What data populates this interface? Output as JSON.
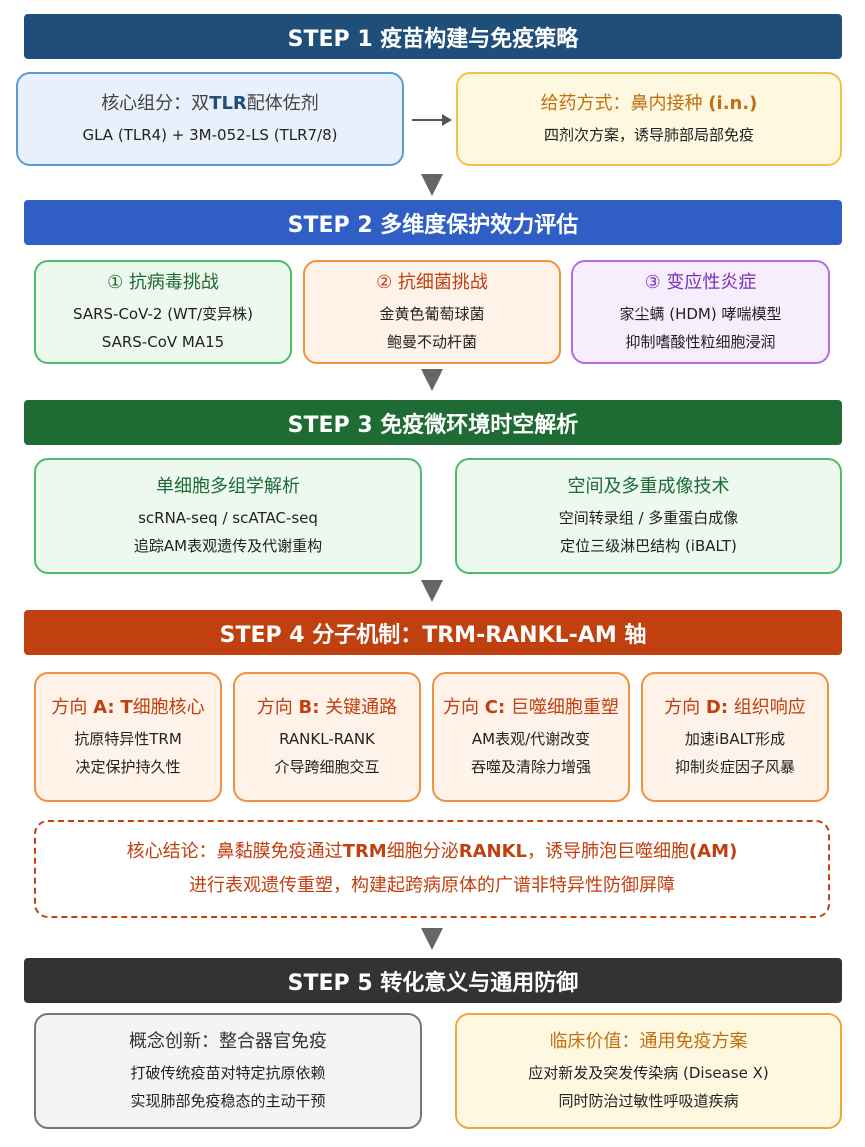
{
  "step1": {
    "title": "STEP 1 疫苗构建与免疫策略",
    "left": {
      "title_pre": "核心组分：双",
      "title_bold": "TLR",
      "title_post": "配体佐剂",
      "line": "GLA (TLR4) + 3M-052-LS (TLR7/8)"
    },
    "right": {
      "title_pre": "给药方式：鼻内接种 ",
      "title_bold": "(i.n.)",
      "line": "四剂次方案，诱导肺部局部免疫"
    }
  },
  "step2": {
    "title": "STEP 2 多维度保护效力评估",
    "boxes": [
      {
        "title": "① 抗病毒挑战",
        "lines": [
          "SARS-CoV-2 (WT/变异株)",
          "SARS-CoV MA15"
        ]
      },
      {
        "title": "② 抗细菌挑战",
        "lines": [
          "金黄色葡萄球菌",
          "鲍曼不动杆菌"
        ]
      },
      {
        "title": "③ 变应性炎症",
        "lines": [
          "家尘螨 (HDM) 哮喘模型",
          "抑制嗜酸性粒细胞浸润"
        ]
      }
    ]
  },
  "step3": {
    "title": "STEP 3 免疫微环境时空解析",
    "boxes": [
      {
        "title": "单细胞多组学解析",
        "lines": [
          "scRNA-seq / scATAC-seq",
          "追踪AM表观遗传及代谢重构"
        ]
      },
      {
        "title": "空间及多重成像技术",
        "lines": [
          "空间转录组 / 多重蛋白成像",
          "定位三级淋巴结构 (iBALT)"
        ]
      }
    ]
  },
  "step4": {
    "title": "STEP 4 分子机制：TRM-RANKL-AM 轴",
    "boxes": [
      {
        "title_pre": "方向 ",
        "title_bold": "A:",
        "title_post": " ",
        "title_bold2": "T",
        "title_end": "细胞核心",
        "lines": [
          "抗原特异性TRM",
          "决定保护持久性"
        ]
      },
      {
        "title_pre": "方向 ",
        "title_bold": "B:",
        "title_post": " 关键通路",
        "title_bold2": "",
        "title_end": "",
        "lines": [
          "RANKL-RANK",
          "介导跨细胞交互"
        ]
      },
      {
        "title_pre": "方向 ",
        "title_bold": "C:",
        "title_post": " 巨噬细胞重塑",
        "title_bold2": "",
        "title_end": "",
        "lines": [
          "AM表观/代谢改变",
          "吞噬及清除力增强"
        ]
      },
      {
        "title_pre": "方向 ",
        "title_bold": "D:",
        "title_post": " 组织响应",
        "title_bold2": "",
        "title_end": "",
        "lines": [
          "加速iBALT形成",
          "抑制炎症因子风暴"
        ]
      }
    ]
  },
  "conclusion": {
    "p1": "核心结论：鼻黏膜免疫通过",
    "b1": "TRM",
    "p2": "细胞分泌",
    "b2": "RANKL",
    "p3": "，诱导肺泡巨噬细胞",
    "b3": "(AM)",
    "line2": "进行表观遗传重塑，构建起跨病原体的广谱非特异性防御屏障"
  },
  "step5": {
    "title": "STEP 5 转化意义与通用防御",
    "boxes": [
      {
        "title": "概念创新：整合器官免疫",
        "lines": [
          "打破传统疫苗对特定抗原依赖",
          "实现肺部免疫稳态的主动干预"
        ]
      },
      {
        "title": "临床价值：通用免疫方案",
        "lines": [
          "应对新发及突发传染病 (Disease X)",
          "同时防治过敏性呼吸道疾病"
        ]
      }
    ]
  },
  "colors": {
    "step1": "#1f4e79",
    "step2": "#2f5fc6",
    "step3": "#1e6b34",
    "step4": "#c04010",
    "step5": "#333333",
    "blue_fill": "#e8f1fb",
    "blue_border": "#5b9bd5",
    "yellow_fill": "#fff8e0",
    "yellow_border": "#f3c24b",
    "green_fill": "#edf8ef",
    "green_border": "#4cbb6a",
    "orange_fill": "#fff2e8",
    "orange_border": "#f0913f",
    "purple_fill": "#f6eefc",
    "purple_border": "#b070e0",
    "gray_fill": "#f4f4f4",
    "gray_border": "#777777"
  }
}
